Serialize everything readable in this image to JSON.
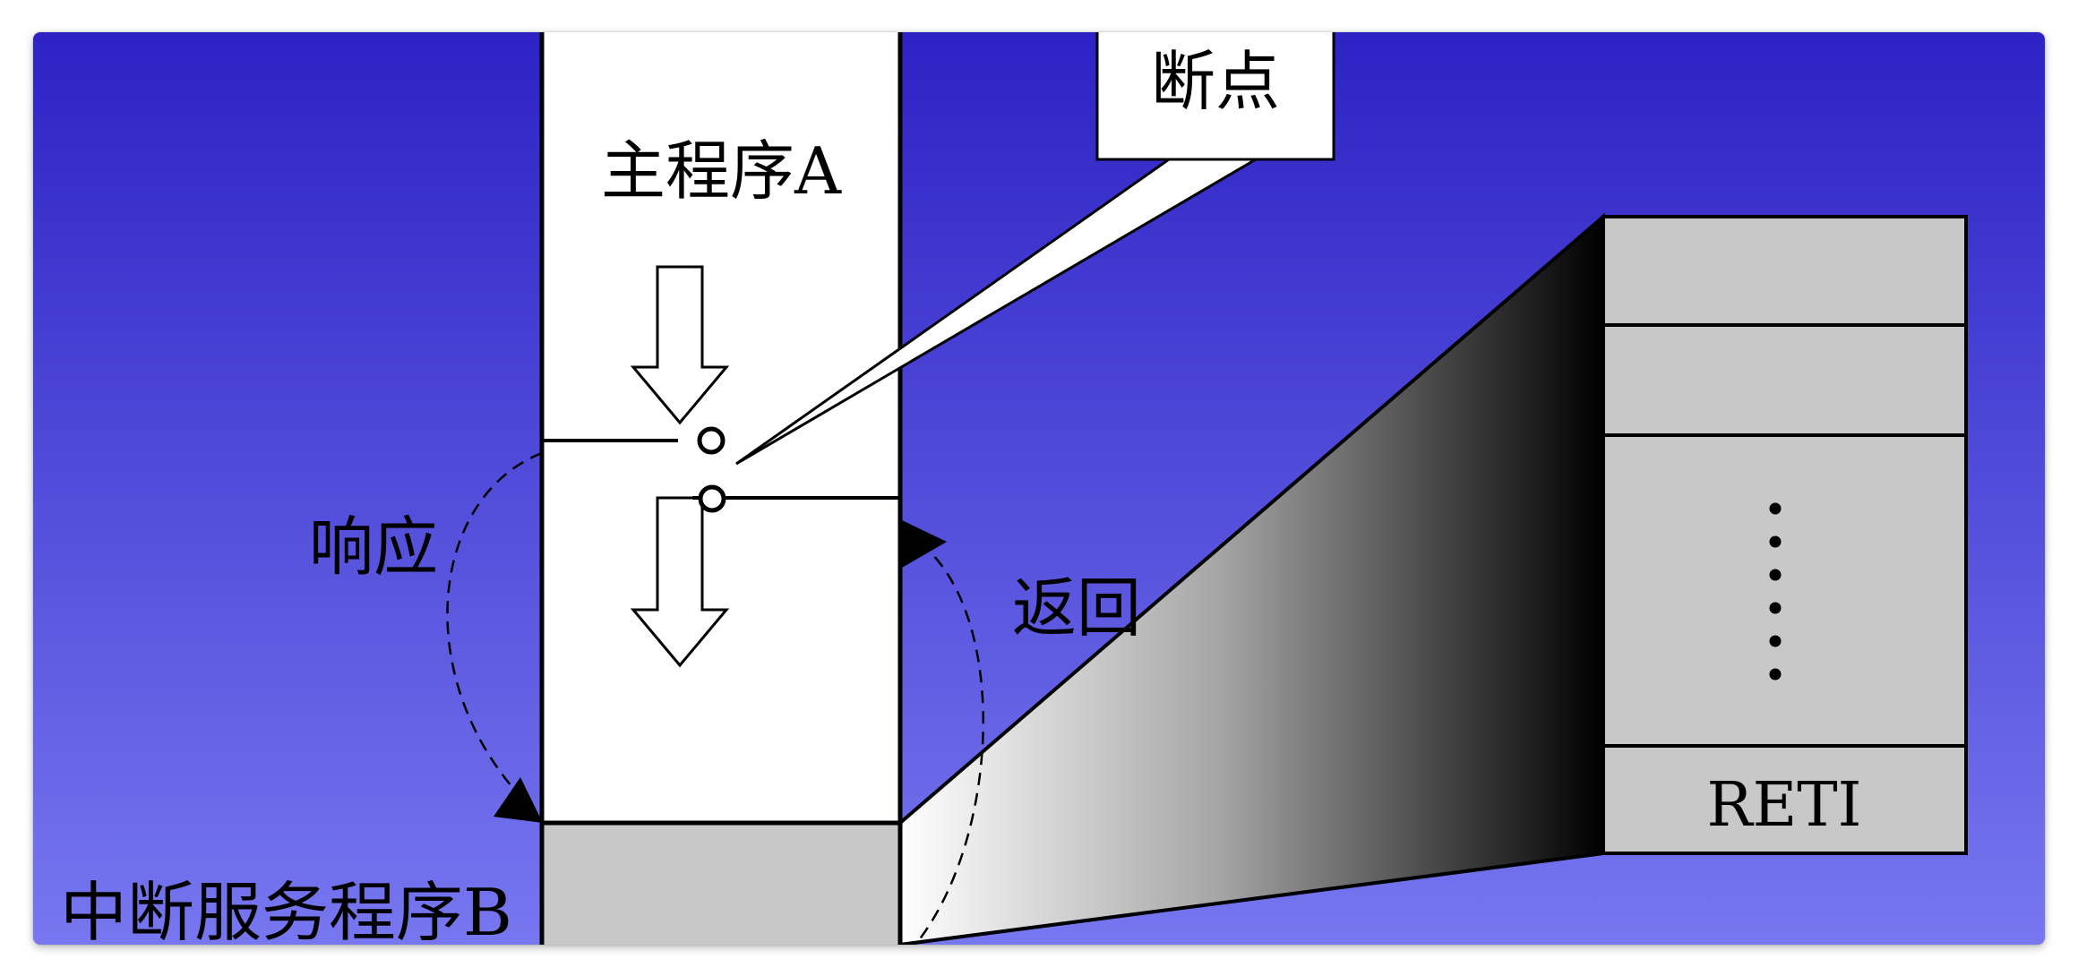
{
  "labels": {
    "main_program": "主程序A",
    "breakpoint": "断点",
    "respond": "响应",
    "return": "返回",
    "isr": "中断服务程序B",
    "reti": "RETI"
  },
  "colors": {
    "background_top": "#2d22c4",
    "background_bottom": "#7777f0",
    "program_block": "#ffffff",
    "isr_block": "#c8c8c8",
    "stack_cell": "#c8c8c8",
    "line": "#000000"
  },
  "stack_cells": [
    "",
    "",
    "",
    "",
    "",
    "",
    "",
    "",
    "",
    "",
    "",
    "",
    "",
    "RETI"
  ]
}
